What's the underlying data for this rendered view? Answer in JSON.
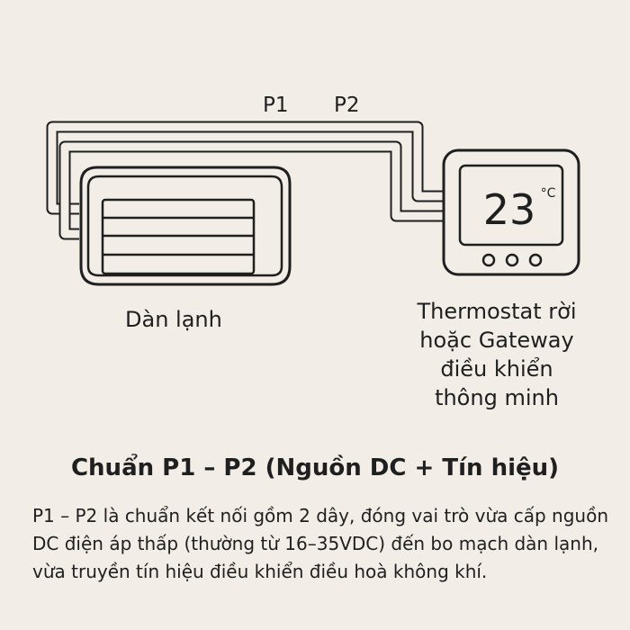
{
  "wires": {
    "p1": "P1",
    "p2": "P2"
  },
  "indoor_unit": {
    "label": "Dàn lạnh"
  },
  "thermostat": {
    "temperature": "23",
    "unit": "°C",
    "buttons": 3,
    "label_lines": [
      "Thermostat rời",
      "hoặc Gateway",
      "điều khiển",
      "thông minh"
    ]
  },
  "heading": "Chuẩn P1 – P2 (Nguồn DC + Tín hiệu)",
  "description": "P1 – P2 là chuẩn kết nối gồm 2 dây, đóng vai trò vừa cấp nguồn DC điện áp thấp (thường từ 16–35VDC) đến bo mạch dàn lạnh, vừa truyền tín hiệu điều khiển điều hoà không khí.",
  "colors": {
    "background": "#f2eee7",
    "line": "#1f1f1f"
  }
}
